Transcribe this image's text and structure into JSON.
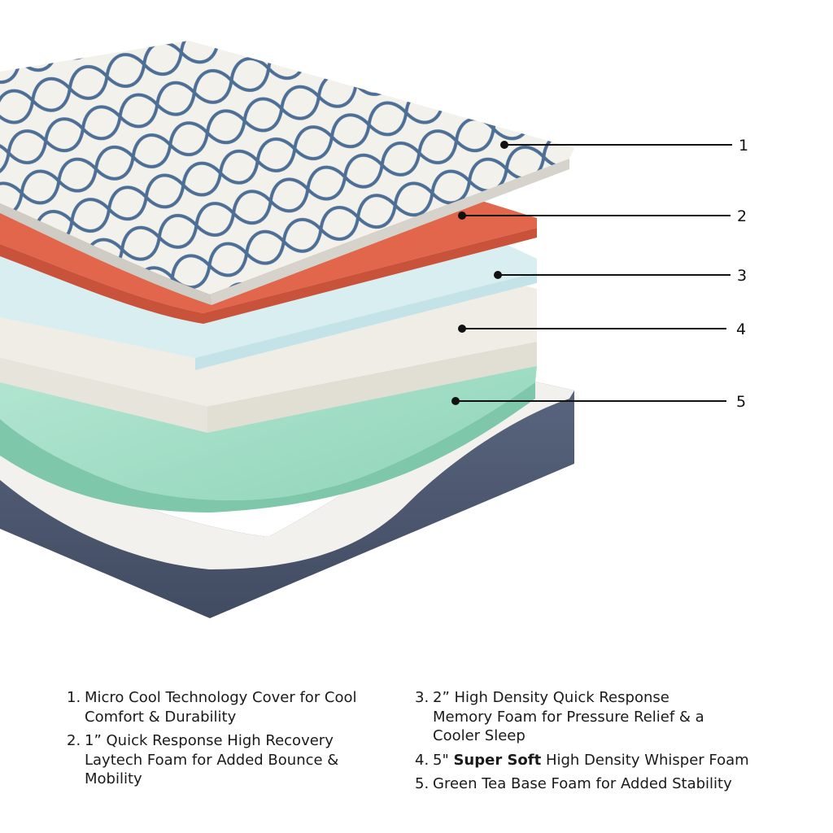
{
  "callouts": [
    {
      "number": "1"
    },
    {
      "number": "2"
    },
    {
      "number": "3"
    },
    {
      "number": "4"
    },
    {
      "number": "5"
    }
  ],
  "legend": [
    {
      "num": "1.",
      "text": "Micro Cool Technology Cover for Cool Comfort & Durability"
    },
    {
      "num": "2.",
      "text": "1” Quick Response High Recovery Laytech Foam for Added Bounce & Mobility"
    },
    {
      "num": "3.",
      "text": "2” High Density Quick Response Memory Foam for Pressure Relief & a Cooler Sleep"
    },
    {
      "num": "4.",
      "pre": "5\" ",
      "bold": "Super Soft",
      "post": " High Density Whisper Foam"
    },
    {
      "num": "5.",
      "text": "Green Tea Base Foam for Added Stability"
    }
  ],
  "colors": {
    "cover": "#f3f1ec",
    "cover_pattern": "#4d6f96",
    "laytech": "#e2664c",
    "memory_foam": "#d9eef1",
    "whisper_foam": "#efede6",
    "base_foam": "#9fdcc4",
    "fabric_base": "#4f5b73"
  }
}
